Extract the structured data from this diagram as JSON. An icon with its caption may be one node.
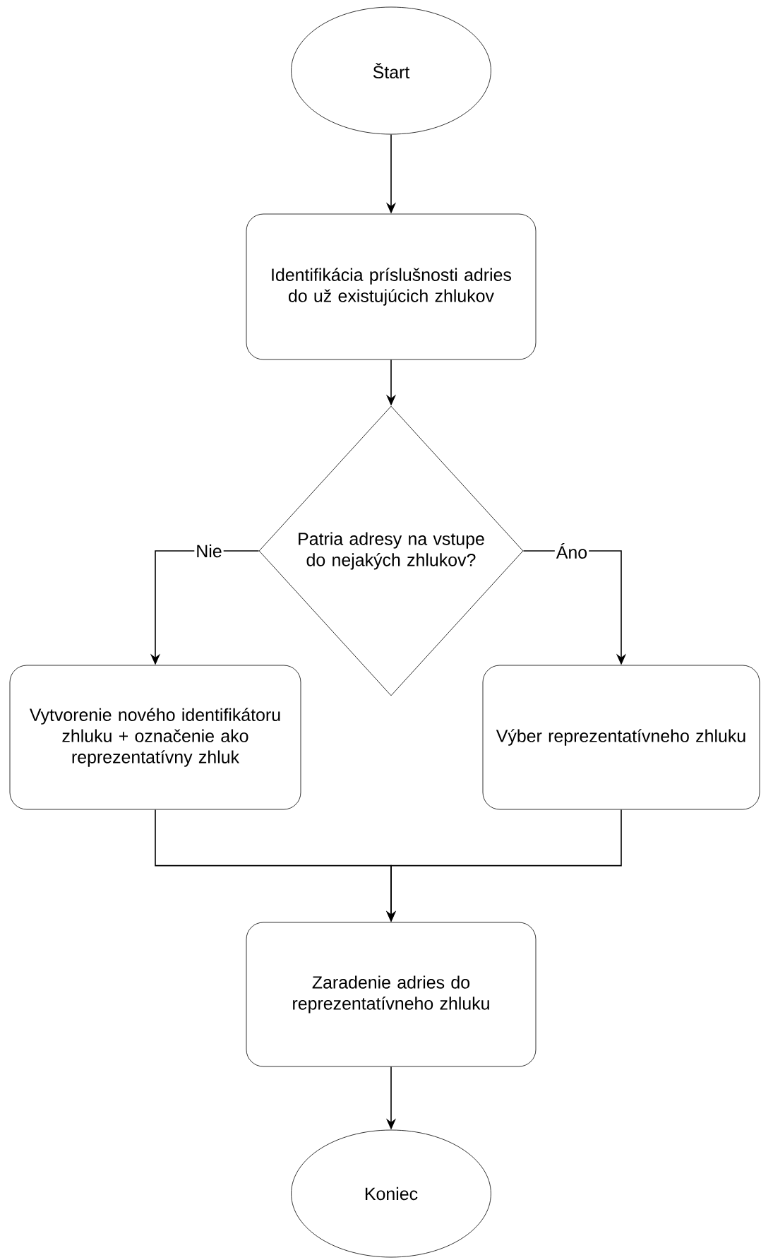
{
  "diagram": {
    "nodes": [
      {
        "text": [
          "Štart"
        ]
      },
      {
        "text": [
          "Identifikácia príslušnosti adries do už existujúcich zhlukov"
        ]
      },
      {
        "text": [
          "Patria adresy na vstupe do nejakých zhlukov?"
        ]
      },
      {
        "text": [
          "Vytvorenie nového identifikátoru zhluku + označenie ako reprezentatívny zhluk"
        ]
      },
      {
        "text": [
          "Výber reprezentatívneho zhluku"
        ]
      },
      {
        "text": [
          "Zaradenie adries do reprezentatívneho zhluku"
        ]
      },
      {
        "text": [
          "Koniec"
        ]
      }
    ],
    "edges": [
      {
        "from": 0,
        "to": 1,
        "arrow": "to"
      },
      {
        "from": 1,
        "to": 2,
        "arrow": "to"
      },
      {
        "from": 2,
        "to": 3,
        "arrow": "to",
        "label": "Nie"
      },
      {
        "from": 2,
        "to": 4,
        "arrow": "to",
        "label": "Áno"
      },
      {
        "from": 3,
        "to": 5,
        "arrow": "to"
      },
      {
        "from": 4,
        "to": 5,
        "arrow": "to"
      },
      {
        "from": 5,
        "to": 6,
        "arrow": "to"
      }
    ]
  }
}
